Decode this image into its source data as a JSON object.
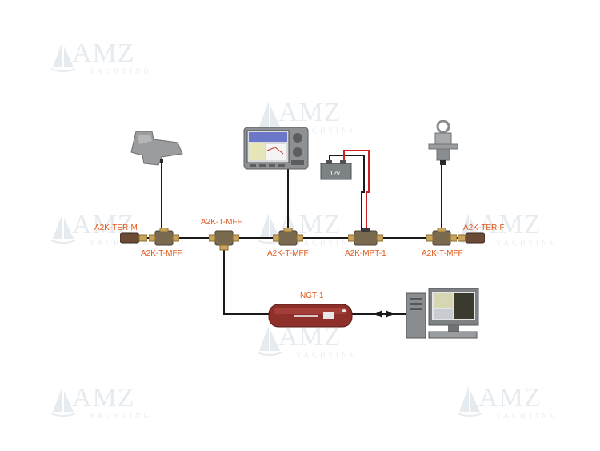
{
  "watermark": {
    "big": "AMZ",
    "small": "YACHTING"
  },
  "labels": {
    "ter_m": "A2K-TER-M",
    "tmff_1": "A2K-T-MFF",
    "tmff_2_top": "A2K-T-MFF",
    "tmff_3": "A2K-T-MFF",
    "mpt": "A2K-MPT-1",
    "tmff_4": "A2K-T-MFF",
    "ter_f": "A2K-TER-F",
    "ngt": "NGT-1",
    "battery": "12v"
  },
  "colors": {
    "label": "#e05a1c",
    "cable": "#1a1a1a",
    "positive_wire": "#d21f1f",
    "connector": "#7a6a4f"
  }
}
